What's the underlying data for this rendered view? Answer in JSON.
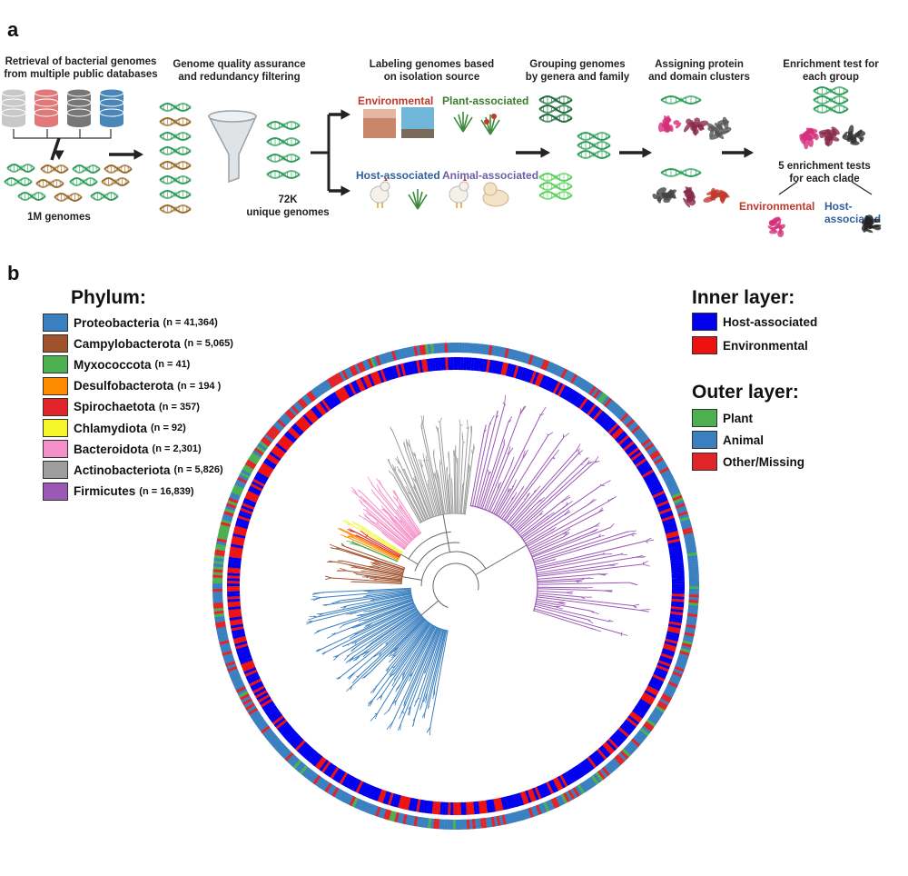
{
  "panel_a": {
    "letter": "a",
    "steps": [
      {
        "id": "retrieval",
        "lines": [
          "Retrieval of bacterial genomes",
          "from multiple public databases"
        ]
      },
      {
        "id": "quality",
        "lines": [
          "Genome quality assurance",
          "and redundancy filtering"
        ]
      },
      {
        "id": "labeling",
        "lines": [
          "Labeling genomes based",
          "on isolation source"
        ]
      },
      {
        "id": "grouping",
        "lines": [
          "Grouping genomes",
          "by genera and family"
        ]
      },
      {
        "id": "assigning",
        "lines": [
          "Assigning protein",
          "and domain clusters"
        ]
      },
      {
        "id": "enrichment",
        "lines": [
          "Enrichment test for",
          "each group"
        ]
      }
    ],
    "genome_count": "1M genomes",
    "unique_count": [
      "72K",
      "unique genomes"
    ],
    "categories": {
      "environmental": {
        "label": "Environmental",
        "color": "#c0392b"
      },
      "plant": {
        "label": "Plant-associated",
        "color": "#3a7d2c"
      },
      "host": {
        "label": "Host-associated",
        "color": "#2f5f9e"
      },
      "animal": {
        "label": "Animal-associated",
        "color": "#6b5fa8"
      }
    },
    "tests_note": [
      "5 enrichment tests",
      "for each clade"
    ],
    "result_environmental": "Environmental",
    "result_host": "Host-associated"
  },
  "panel_b": {
    "letter": "b",
    "phylum_legend": {
      "title": "Phylum:",
      "items": [
        {
          "name": "Proteobacteria",
          "n": "(n = 41,364)",
          "color": "#3a7fbf"
        },
        {
          "name": "Campylobacterota",
          "n": "(n = 5,065)",
          "color": "#a0522d"
        },
        {
          "name": "Myxococcota",
          "n": "(n = 41)",
          "color": "#4caf50"
        },
        {
          "name": "Desulfobacterota",
          "n": "(n = 194 )",
          "color": "#ff8c00"
        },
        {
          "name": "Spirochaetota",
          "n": "(n = 357)",
          "color": "#e0242a"
        },
        {
          "name": "Chlamydiota",
          "n": "(n = 92)",
          "color": "#f5f52a"
        },
        {
          "name": "Bacteroidota",
          "n": "(n = 2,301)",
          "color": "#f590c8"
        },
        {
          "name": "Actinobacteriota",
          "n": "(n = 5,826)",
          "color": "#9e9e9e"
        },
        {
          "name": "Firmicutes",
          "n": "(n = 16,839)",
          "color": "#9b59b6"
        }
      ]
    },
    "inner_legend": {
      "title": "Inner layer:",
      "items": [
        {
          "name": "Host-associated",
          "color": "#0000ee"
        },
        {
          "name": "Environmental",
          "color": "#ee1111"
        }
      ]
    },
    "outer_legend": {
      "title": "Outer layer:",
      "items": [
        {
          "name": "Plant",
          "color": "#4caf50"
        },
        {
          "name": "Animal",
          "color": "#3a7fbf"
        },
        {
          "name": "Other/Missing",
          "color": "#e0242a"
        }
      ]
    }
  }
}
